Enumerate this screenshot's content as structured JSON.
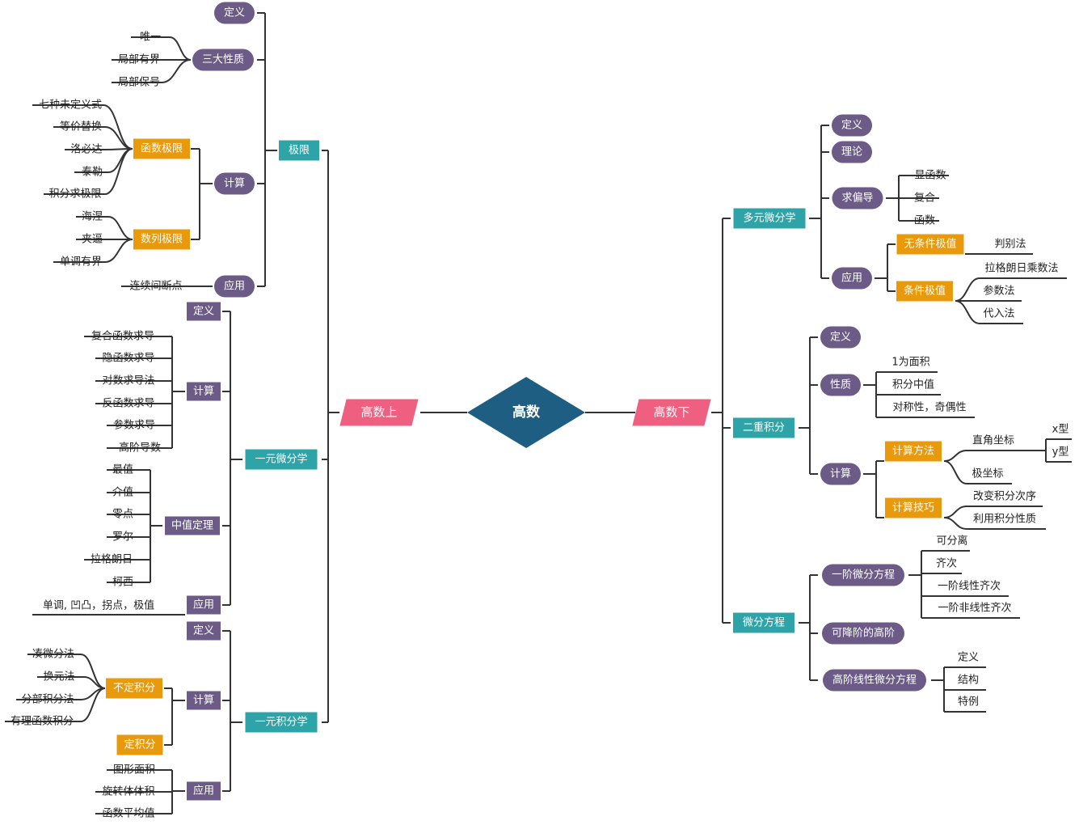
{
  "root": "高数",
  "up": {
    "label": "高数上",
    "limit": {
      "label": "极限",
      "def": "定义",
      "props": {
        "label": "三大性质",
        "items": [
          "唯一",
          "局部有界",
          "局部保号"
        ]
      },
      "calc": {
        "label": "计算",
        "func": {
          "label": "函数极限",
          "items": [
            "七种未定义式",
            "等价替换",
            "洛必达",
            "泰勒",
            "积分求极限"
          ]
        },
        "seq": {
          "label": "数列极限",
          "items": [
            "海涅",
            "夹逼",
            "单调有界"
          ]
        }
      },
      "app": {
        "label": "应用",
        "items": [
          "连续间断点"
        ]
      }
    },
    "diff": {
      "label": "一元微分学",
      "def": "定义",
      "calc": {
        "label": "计算",
        "items": [
          "复合函数求导",
          "隐函数求导",
          "对数求导法",
          "反函数求导",
          "参数求导",
          "高阶导数"
        ]
      },
      "mvt": {
        "label": "中值定理",
        "items": [
          "最值",
          "介值",
          "零点",
          "罗尔",
          "拉格朗日",
          "柯西"
        ]
      },
      "app": {
        "label": "应用",
        "items": [
          "单调, 凹凸，拐点，极值"
        ]
      }
    },
    "integ": {
      "label": "一元积分学",
      "def": "定义",
      "calc": {
        "label": "计算",
        "indef": {
          "label": "不定积分",
          "items": [
            "凑微分法",
            "换元法",
            "分部积分法",
            "有理函数积分"
          ]
        },
        "def": {
          "label": "定积分"
        }
      },
      "app": {
        "label": "应用",
        "items": [
          "图形面积",
          "旋转体体积",
          "函数平均值"
        ]
      }
    }
  },
  "down": {
    "label": "高数下",
    "multi": {
      "label": "多元微分学",
      "def": "定义",
      "theory": "理论",
      "partial": {
        "label": "求偏导",
        "items": [
          "显函数",
          "复合",
          "函数"
        ]
      },
      "app": {
        "label": "应用",
        "uncond": {
          "label": "无条件极值",
          "items": [
            "判别法"
          ]
        },
        "cond": {
          "label": "条件极值",
          "items": [
            "拉格朗日乘数法",
            "参数法",
            "代入法"
          ]
        }
      }
    },
    "double": {
      "label": "二重积分",
      "def": "定义",
      "props": {
        "label": "性质",
        "items": [
          "1为面积",
          "积分中值",
          "对称性，奇偶性"
        ]
      },
      "calc": {
        "label": "计算",
        "method": {
          "label": "计算方法",
          "cart": {
            "label": "直角坐标",
            "items": [
              "x型",
              "y型"
            ]
          },
          "polar": "极坐标"
        },
        "skill": {
          "label": "计算技巧",
          "items": [
            "改变积分次序",
            "利用积分性质"
          ]
        }
      }
    },
    "ode": {
      "label": "微分方程",
      "first": {
        "label": "一阶微分方程",
        "items": [
          "可分离",
          "齐次",
          "一阶线性齐次",
          "一阶非线性齐次"
        ]
      },
      "reducible": "可降阶的高阶",
      "higher": {
        "label": "高阶线性微分方程",
        "items": [
          "定义",
          "结构",
          "特例"
        ]
      }
    }
  }
}
